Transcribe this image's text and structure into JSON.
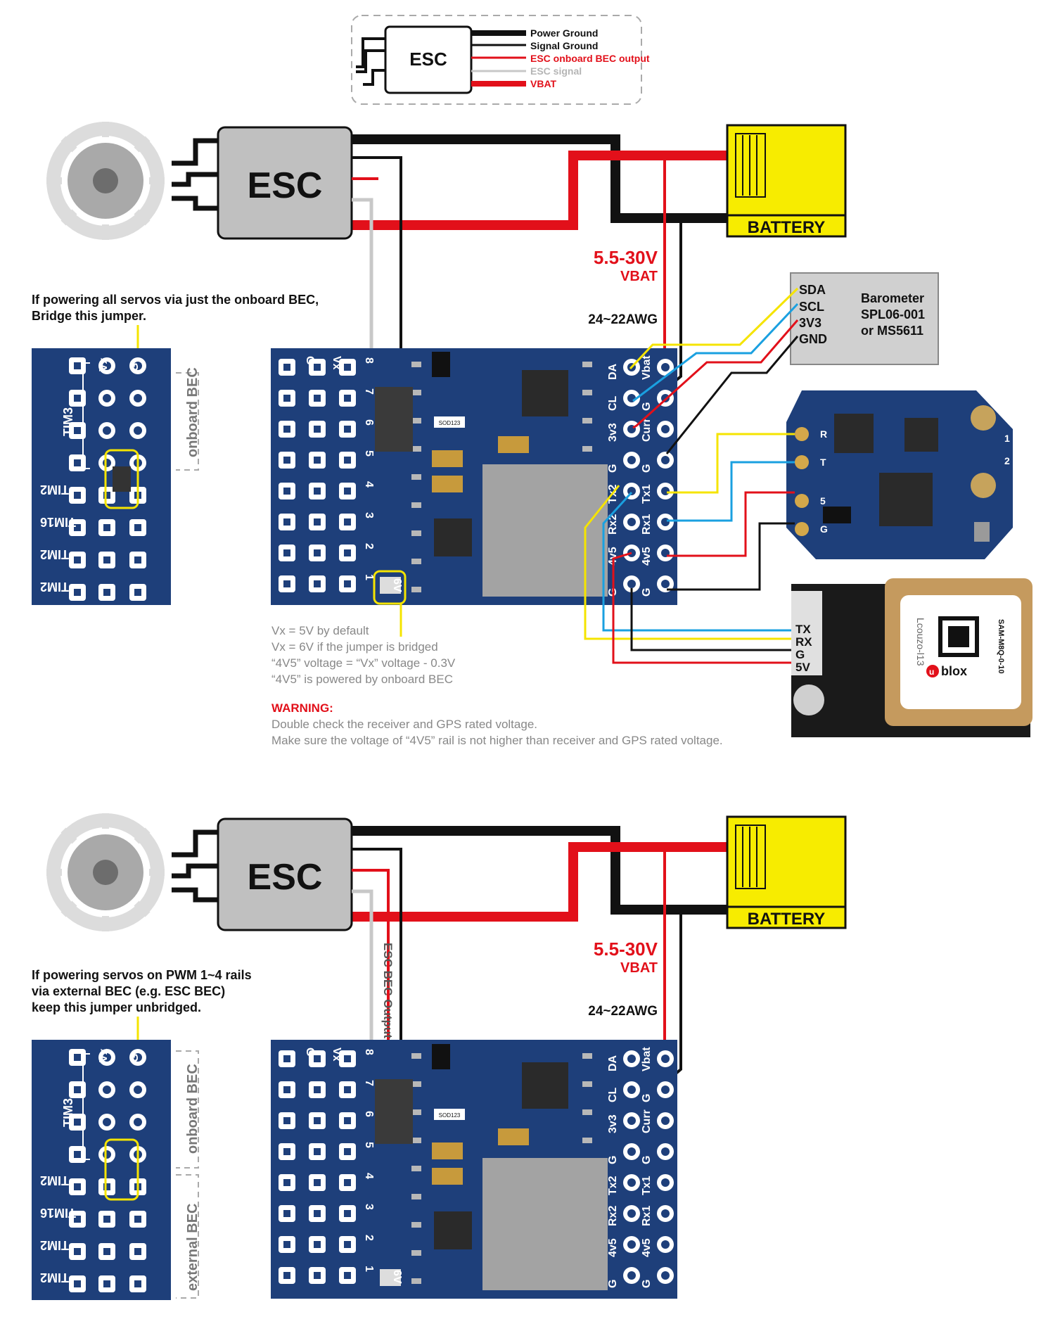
{
  "legend": {
    "esc_label": "ESC",
    "items": [
      {
        "label": "Power Ground",
        "color": "#111111"
      },
      {
        "label": "Signal Ground",
        "color": "#111111"
      },
      {
        "label": "ESC onboard BEC output",
        "color": "#e2101a"
      },
      {
        "label": "ESC signal",
        "color": "#b5b5b5"
      },
      {
        "label": "VBAT",
        "color": "#e2101a"
      }
    ]
  },
  "colors": {
    "wire_red": "#e2101a",
    "wire_black": "#111111",
    "wire_grey": "#c8c8c8",
    "wire_yellow": "#f5e400",
    "wire_blue": "#1aa0e0",
    "board_blue": "#1e3f7a",
    "battery_yellow": "#f7ec00",
    "esc_grey": "#c0c0c0"
  },
  "top": {
    "esc_label": "ESC",
    "battery_label": "BATTERY",
    "voltage": "5.5-30V",
    "vbat": "VBAT",
    "awg": "24~22AWG",
    "note_lines": [
      "If powering all servos via just the onboard BEC,",
      "Bridge this jumper."
    ],
    "side_pins": [
      "Vx",
      "G"
    ],
    "side_labels": [
      "TIM3",
      "TIM2",
      "TIM16",
      "TIM2",
      "TIM2"
    ],
    "side_label": "onboard BEC",
    "board_cols": [
      "G",
      "Vx",
      "8",
      "7",
      "6",
      "5",
      "4",
      "3",
      "2",
      "1",
      "6V"
    ],
    "right_left_labels": [
      "DA",
      "CL",
      "3v3",
      "G",
      "Tx2",
      "Rx2",
      "4v5",
      "G"
    ],
    "right_right_labels": [
      "Vbat",
      "G",
      "Curr",
      "G",
      "Tx1",
      "Rx1",
      "4v5",
      "G"
    ],
    "chip_code": "SOD123",
    "barometer": {
      "pins": [
        "SDA",
        "SCL",
        "3V3",
        "GND"
      ],
      "title_lines": [
        "Barometer",
        "SPL06-001",
        "or MS5611"
      ]
    },
    "receiver_pins": [
      "R",
      "T",
      "5",
      "G"
    ],
    "receiver_side": [
      "1",
      "2"
    ],
    "gps": {
      "pins": [
        "TX",
        "RX",
        "G",
        "5V"
      ],
      "brand": "blox",
      "brand_u": "u",
      "module": "SAM-M8Q-0-10",
      "serial": "Lcouzo-l13"
    },
    "info_lines": [
      "Vx = 5V by default",
      "Vx = 6V if the jumper is bridged",
      "“4V5” voltage = “Vx” voltage - 0.3V",
      "“4V5” is powered by onboard BEC"
    ],
    "warning_title": "WARNING:",
    "warning_lines": [
      "Double check the receiver and GPS rated voltage.",
      "Make sure the voltage of “4V5” rail is not higher than receiver and GPS rated voltage."
    ]
  },
  "bottom": {
    "esc_label": "ESC",
    "battery_label": "BATTERY",
    "voltage": "5.5-30V",
    "vbat": "VBAT",
    "awg": "24~22AWG",
    "bec_wire_label": "ESC BEC Output",
    "note_lines": [
      "If powering servos on PWM 1~4 rails",
      "via external BEC (e.g. ESC BEC)",
      "keep this jumper unbridged."
    ],
    "side_pins": [
      "Vx",
      "G"
    ],
    "side_labels": [
      "TIM3",
      "TIM2",
      "TIM16",
      "TIM2",
      "TIM2"
    ],
    "side_label_top": "onboard BEC",
    "side_label_bottom": "external BEC",
    "board_cols": [
      "G",
      "Vx",
      "8",
      "7",
      "6",
      "5",
      "4",
      "3",
      "2",
      "1",
      "6V"
    ],
    "right_left_labels": [
      "DA",
      "CL",
      "3v3",
      "G",
      "Tx2",
      "Rx2",
      "4v5",
      "G"
    ],
    "right_right_labels": [
      "Vbat",
      "G",
      "Curr",
      "G",
      "Tx1",
      "Rx1",
      "4v5",
      "G"
    ],
    "chip_code": "SOD123"
  }
}
